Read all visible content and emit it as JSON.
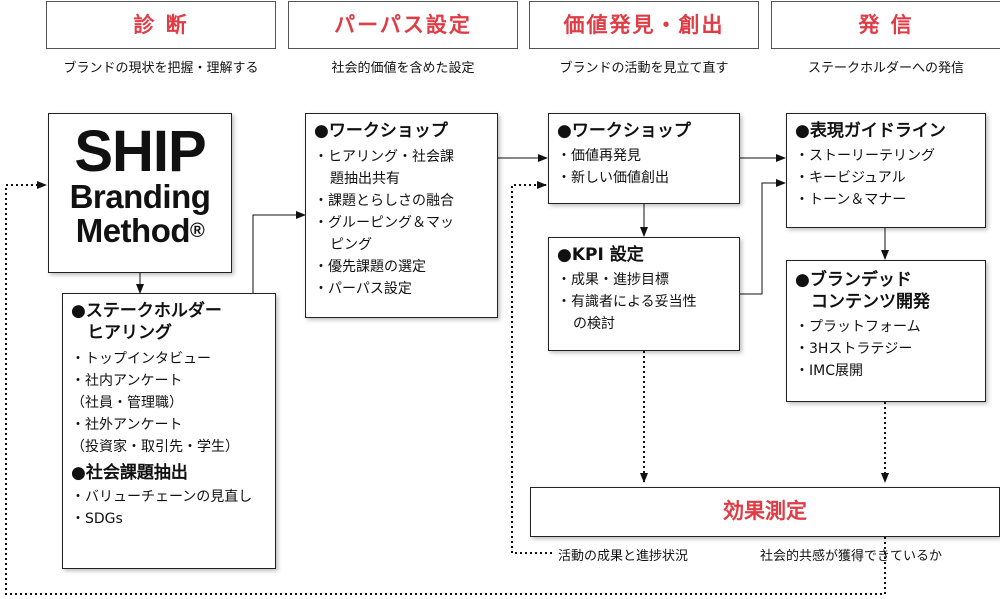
{
  "phases": [
    {
      "title": "診 断",
      "subtitle": "ブランドの現状を把握・理解する"
    },
    {
      "title": "パーパス設定",
      "subtitle": "社会的価値を含めた設定"
    },
    {
      "title": "価値発見・創出",
      "subtitle": "ブランドの活動を見立て直す"
    },
    {
      "title": "発 信",
      "subtitle": "ステークホルダーへの発信"
    }
  ],
  "logo": {
    "line1": "SHIP",
    "line2": "Branding",
    "line3": "Method",
    "mark": "®"
  },
  "diagnosis": {
    "heading1": "●ステークホルダー",
    "heading1b": "ヒアリング",
    "items1": [
      "・トップインタビュー",
      "・社内アンケート",
      "（社員・管理職）",
      "・社外アンケート",
      "（投資家・取引先・学生）"
    ],
    "heading2": "●社会課題抽出",
    "items2": [
      "・バリューチェーンの見直し",
      "・SDGs"
    ]
  },
  "purpose": {
    "heading": "●ワークショップ",
    "items": [
      "・ヒアリング・社会課",
      "題抽出共有",
      "・課題とらしさの融合",
      "・グルーピング＆マッ",
      "ピング",
      "・優先課題の選定",
      "・パーパス設定"
    ]
  },
  "value_workshop": {
    "heading": "●ワークショップ",
    "items": [
      "・価値再発見",
      "・新しい価値創出"
    ]
  },
  "kpi": {
    "heading": "●KPI 設定",
    "items": [
      "・成果・進捗目標",
      "・有識者による妥当性",
      "の検討"
    ]
  },
  "guideline": {
    "heading": "●表現ガイドライン",
    "items": [
      "・ストーリーテリング",
      "・キービジュアル",
      "・トーン＆マナー"
    ]
  },
  "content": {
    "heading1": "●ブランデッド",
    "heading2": "コンテンツ開発",
    "items": [
      "・プラットフォーム",
      "・3Hストラテジー",
      "・IMC展開"
    ]
  },
  "result": {
    "title": "効果測定",
    "note1": "活動の成果と進捗状況",
    "note2": "社会的共感が獲得できているか"
  },
  "colors": {
    "accent": "#e03c46",
    "border": "#222222"
  }
}
